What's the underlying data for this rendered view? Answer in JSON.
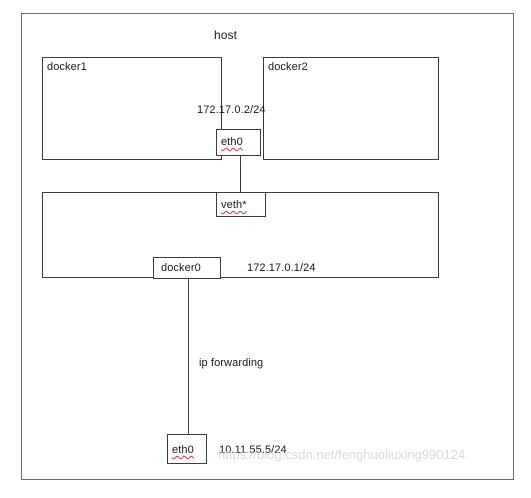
{
  "host": {
    "label": "host"
  },
  "docker1": {
    "label": "docker1"
  },
  "docker2": {
    "label": "docker2"
  },
  "container_eth0": {
    "label": "eth0",
    "ip": "172.17.0.2/24"
  },
  "bridge": {
    "veth_label": "veth*",
    "docker0_label": "docker0",
    "ip": "172.17.0.1/24"
  },
  "link": {
    "label": "ip forwarding"
  },
  "host_eth0": {
    "label": "eth0",
    "ip": "10.11.55.5/24"
  },
  "watermark": {
    "text": "https://blog.csdn.net/fenghuoliuxing990124"
  },
  "colors": {
    "line": "#3c3c3c",
    "spellcheck_underline": "#dd3333",
    "watermark": "#cdcdcd"
  }
}
